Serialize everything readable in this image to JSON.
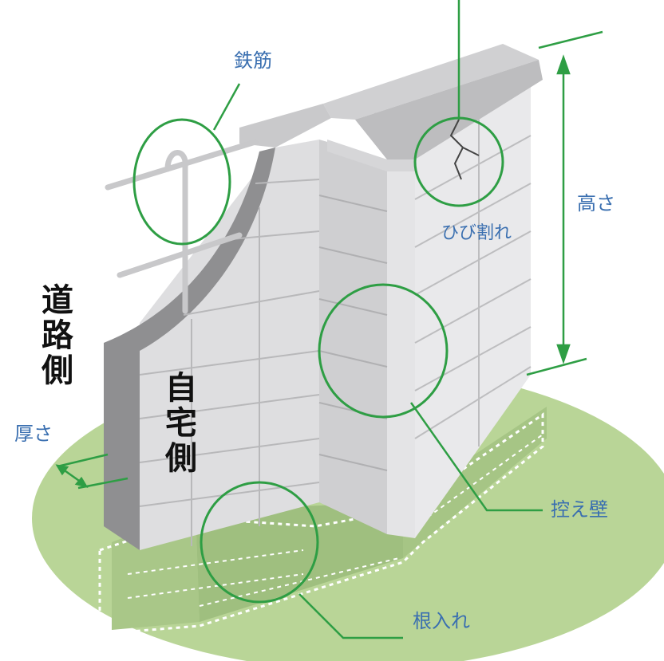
{
  "labels": {
    "rebar": "鉄筋",
    "crack": "ひび割れ",
    "height": "高さ",
    "thickness": "厚さ",
    "buttress": "控え壁",
    "embedment": "根入れ",
    "road_side": "道路側",
    "home_side": "自宅側"
  },
  "colors": {
    "callout_text": "#3a6fb0",
    "callout_line": "#2e9e44",
    "ground": "#b9d597",
    "wall_face": "#d9d9db",
    "wall_top": "#c4c4c6",
    "cut_section": "#8c8c8e",
    "footing_dotted": "#ffffff"
  }
}
